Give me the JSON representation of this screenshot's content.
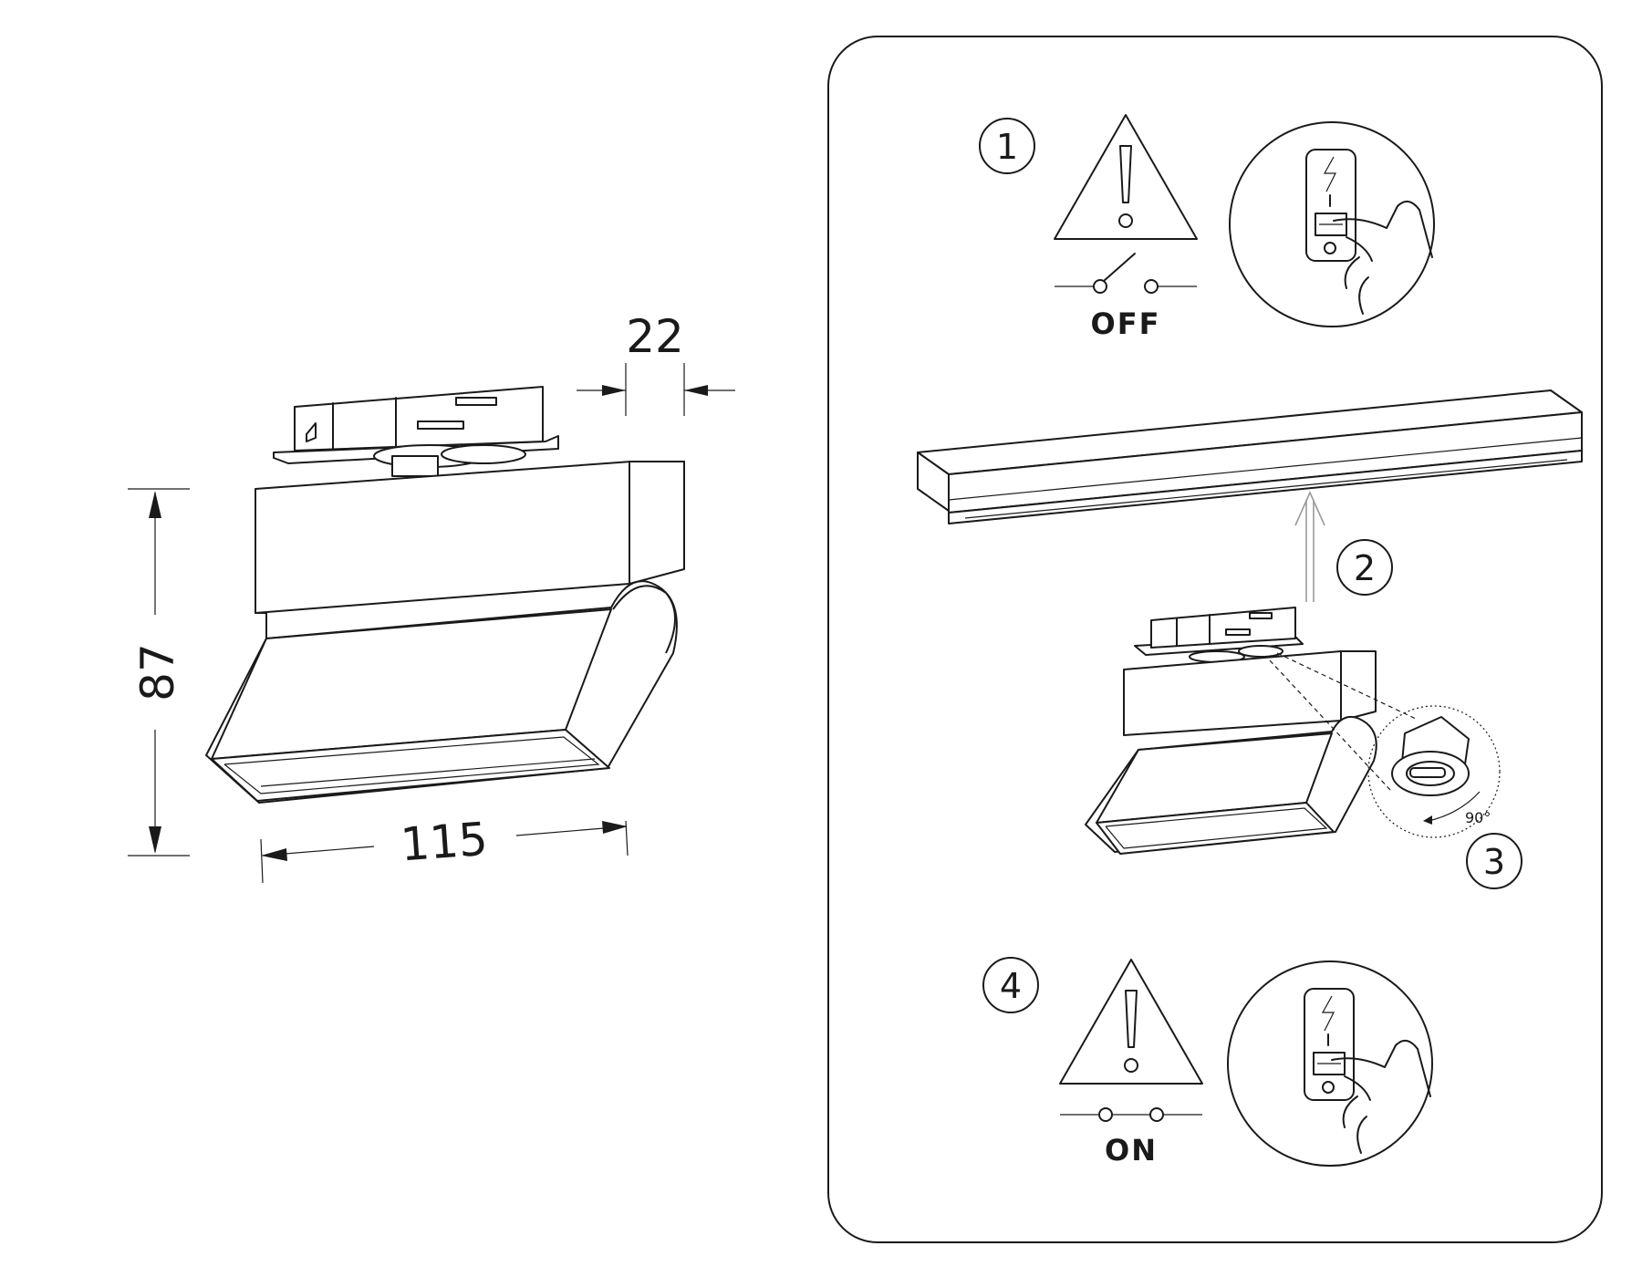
{
  "dimensions": {
    "width": "115",
    "height": "87",
    "depth": "22"
  },
  "steps": {
    "step1": "1",
    "step2": "2",
    "step3": "3",
    "step4": "4"
  },
  "switch": {
    "off_label": "OFF",
    "on_label": "ON"
  },
  "rotation": {
    "angle_label": "90°"
  },
  "icons": [
    "warning-icon",
    "switch-off-icon",
    "switch-on-icon",
    "breaker-hand-icon",
    "arrow-up-icon"
  ]
}
